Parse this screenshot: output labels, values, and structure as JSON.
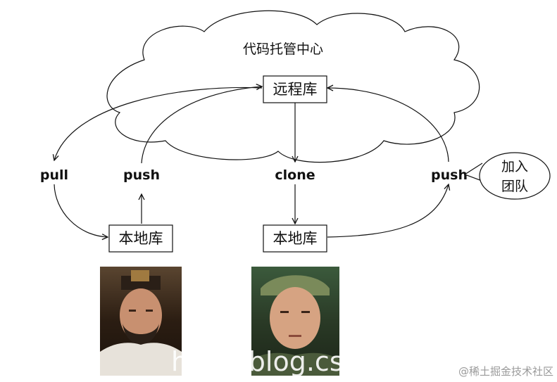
{
  "cloud": {
    "label": "代码托管中心"
  },
  "nodes": {
    "remote_repo": "远程库",
    "local_repo_left": "本地库",
    "local_repo_right": "本地库"
  },
  "edges": {
    "pull": "pull",
    "push_left": "push",
    "clone": "clone",
    "push_right": "push"
  },
  "bubble": {
    "line1": "加入",
    "line2": "团队"
  },
  "photos": {
    "left": "portrait-older-man-with-crown",
    "right": "portrait-young-man-with-headband"
  },
  "watermarks": {
    "url_fragment": "h",
    "url_fragment2": "/blog.cs",
    "site": "@稀土掘金技术社区"
  }
}
